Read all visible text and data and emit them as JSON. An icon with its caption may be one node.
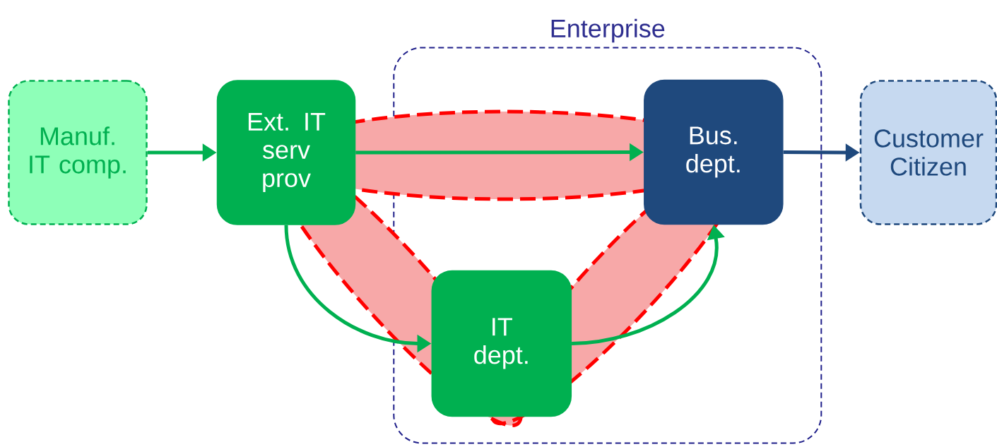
{
  "diagram": {
    "nodes": [
      {
        "text": [
          "Enterprise"
        ]
      },
      {
        "text": [
          "Manuf. IT comp."
        ]
      },
      {
        "text": [
          "Ext. IT serv prov"
        ]
      },
      {
        "text": [
          "Bus. dept."
        ],
        "in": 0
      },
      {
        "text": [
          "IT dept."
        ],
        "in": 0
      },
      {
        "text": [
          "Customer Citizen"
        ]
      }
    ],
    "edges": [
      {
        "from": 1,
        "to": 2,
        "arrow": "to"
      },
      {
        "from": 2,
        "to": 3,
        "arrow": "to"
      },
      {
        "from": 2,
        "to": 4,
        "arrow": "to"
      },
      {
        "from": 4,
        "to": 3,
        "arrow": "to"
      },
      {
        "from": 3,
        "to": 5,
        "arrow": "to",
        "color": "#1f497d"
      }
    ]
  }
}
